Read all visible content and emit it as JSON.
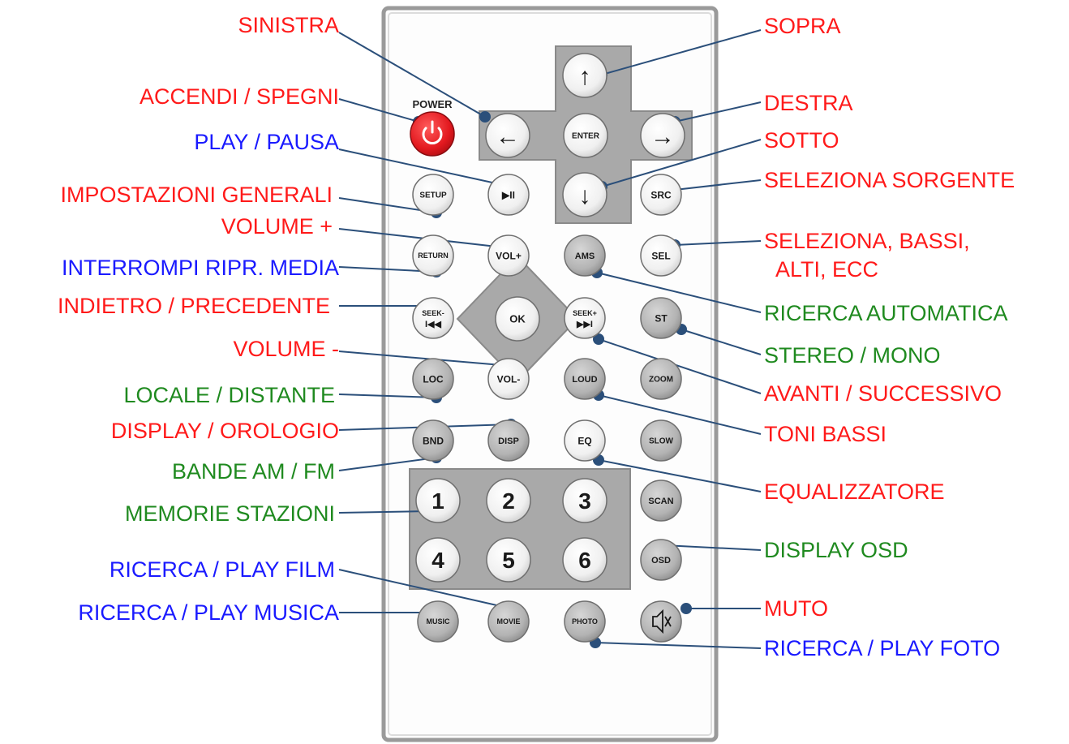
{
  "remote": {
    "power_caption": "POWER",
    "buttons": {
      "up": "↑",
      "left": "←",
      "enter": "ENTER",
      "right": "→",
      "down": "↓",
      "setup": "SETUP",
      "play_pause": "▶II",
      "src": "SRC",
      "return": "RETURN",
      "vol_plus": "VOL+",
      "ams": "AMS",
      "sel": "SEL",
      "seek_minus": "SEEK-",
      "seek_minus_sym": "I◀◀",
      "ok": "OK",
      "seek_plus": "SEEK+",
      "seek_plus_sym": "▶▶I",
      "st": "ST",
      "loc": "LOC",
      "vol_minus": "VOL-",
      "loud": "LOUD",
      "zoom": "ZOOM",
      "bnd": "BND",
      "disp": "DISP",
      "eq": "EQ",
      "slow": "SLOW",
      "n1": "1",
      "n2": "2",
      "n3": "3",
      "scan": "SCAN",
      "n4": "4",
      "n5": "5",
      "n6": "6",
      "osd": "OSD",
      "music": "MUSIC",
      "movie": "MOVIE",
      "photo": "PHOTO"
    }
  },
  "labels_left": {
    "sinistra": "SINISTRA",
    "accendi": "ACCENDI / SPEGNI",
    "play_pausa": "PLAY / PAUSA",
    "impostazioni": "IMPOSTAZIONI GENERALI",
    "volume_plus": "VOLUME +",
    "interrompi": "INTERROMPI RIPR. MEDIA",
    "indietro": "INDIETRO / PRECEDENTE",
    "volume_minus": "VOLUME -",
    "locale": "LOCALE / DISTANTE",
    "display_orologio": "DISPLAY / OROLOGIO",
    "bande": "BANDE AM / FM",
    "memorie": "MEMORIE STAZIONI",
    "play_film": "RICERCA / PLAY FILM",
    "play_musica": "RICERCA / PLAY MUSICA"
  },
  "labels_right": {
    "sopra": "SOPRA",
    "destra": "DESTRA",
    "sotto": "SOTTO",
    "sorgente": "SELEZIONA SORGENTE",
    "bassi_line1": "SELEZIONA, BASSI,",
    "bassi_line2": "ALTI, ECC",
    "ricerca_auto": "RICERCA  AUTOMATICA",
    "stereo": "STEREO / MONO",
    "avanti": "AVANTI / SUCCESSIVO",
    "toni": "TONI BASSI",
    "equalizzatore": "EQUALIZZATORE",
    "display_osd": "DISPLAY OSD",
    "muto": "MUTO",
    "play_foto": "RICERCA / PLAY FOTO"
  },
  "colors": {
    "red": "#ff1a1a",
    "blue": "#1a1aff",
    "green": "#1f8a1f",
    "leader": "#2b4f7a",
    "power_button": "#e8242a",
    "gray_button": "#b8b8b8",
    "white_button": "#f7f7f7",
    "panel": "#a9a9a9"
  }
}
